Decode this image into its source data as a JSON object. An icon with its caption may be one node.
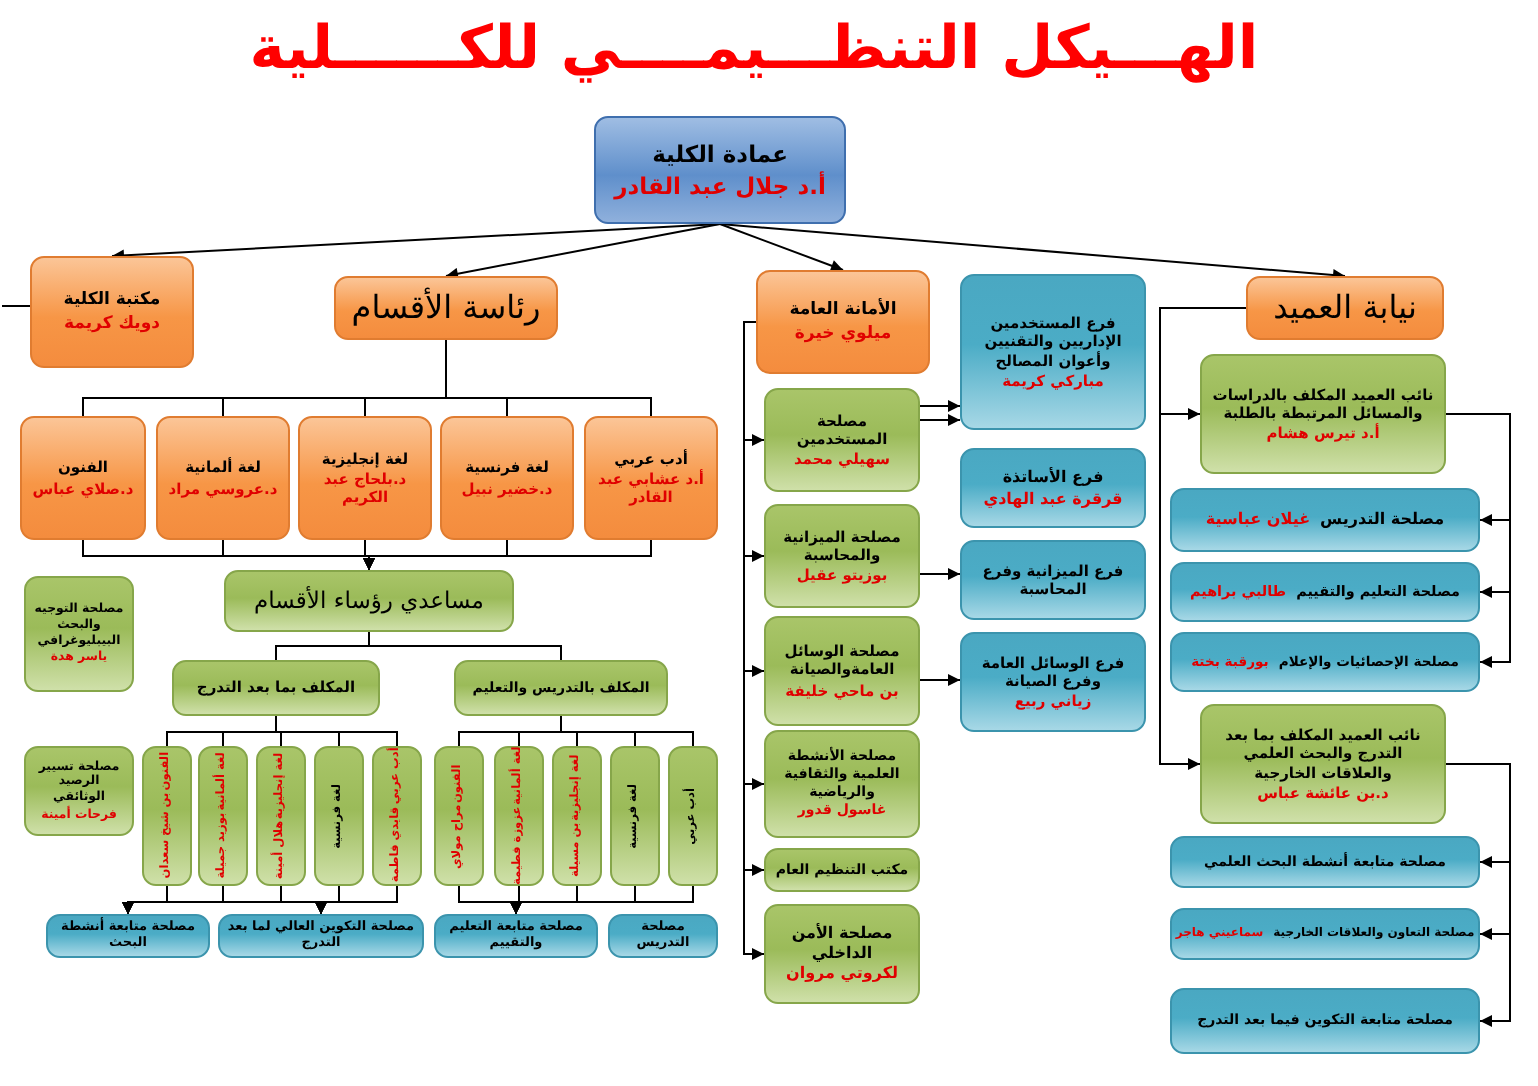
{
  "diagram": {
    "title": "الهـــيكل التنظـــيمــــي للكــــــلية",
    "nodes": [
      {
        "text": [
          "عمادة الكلية",
          "أ.د جلال عبد القادر"
        ]
      },
      {
        "text": [
          "نيابة العميد"
        ]
      },
      {
        "text": [
          "الأمانة العامة",
          "ميلوي خيرة"
        ]
      },
      {
        "text": [
          "رئاسة الأقسام"
        ]
      },
      {
        "text": [
          "مكتبة الكلية",
          "دويك كريمة"
        ]
      },
      {
        "text": [
          "نائب العميد المكلف بالدراسات والمسائل المرتبطة بالطلبة",
          "أ.د تيرس هشام"
        ]
      },
      {
        "text": [
          "مصلحة التدريس",
          "غيلان عباسية"
        ]
      },
      {
        "text": [
          "مصلحة التعليم والتقييم",
          "طالبي براهيم"
        ]
      },
      {
        "text": [
          "مصلحة الإحصائيات والإعلام",
          "بورقبة بختة"
        ]
      },
      {
        "text": [
          "نائب العميد المكلف بما بعد التدرج والبحث العلمي والعلاقات الخارجية",
          "د.بن عائشة عباس"
        ]
      },
      {
        "text": [
          "مصلحة متابعة أنشطة البحث العلمي"
        ]
      },
      {
        "text": [
          "مصلحة التعاون والعلاقات الخارجية",
          "سماعيني هاجر"
        ]
      },
      {
        "text": [
          "مصلحة متابعة التكوين فيما بعد التدرج"
        ]
      },
      {
        "text": [
          "فرع المستخدمين الإداريين والتقنيين وأعوان المصالح",
          "مباركي كريمة"
        ]
      },
      {
        "text": [
          "فرع الأساتذة",
          "قرقرة عبد الهادي"
        ]
      },
      {
        "text": [
          "فرع الميزانية وفرع المحاسبة"
        ]
      },
      {
        "text": [
          "فرع الوسائل العامة وفرع الصيانة",
          "زياني ربيع"
        ]
      },
      {
        "text": [
          "مصلحة المستخدمين",
          "سهيلي محمد"
        ]
      },
      {
        "text": [
          "مصلحة الميزانية والمحاسبة",
          "بوزيتو عقيل"
        ]
      },
      {
        "text": [
          "مصلحة الوسائل العامةوالصيانة",
          "بن ماحي خليفة"
        ]
      },
      {
        "text": [
          "مصلحة الأنشطة العلمية والثقافية والرياضية",
          "غاسول قدور"
        ]
      },
      {
        "text": [
          "مكتب التنظيم العام"
        ]
      },
      {
        "text": [
          "مصلحة الأمن الداخلي",
          "لكروتي مروان"
        ]
      },
      {
        "text": [
          "أدب عربي",
          "أ.د عشابي عبد القادر"
        ]
      },
      {
        "text": [
          "لغة فرنسية",
          "د.خضير نبيل"
        ]
      },
      {
        "text": [
          "لغة إنجليزية",
          "د.بلحاج عبد الكريم"
        ]
      },
      {
        "text": [
          "لغة ألمانية",
          "د.عروسي مراد"
        ]
      },
      {
        "text": [
          "الفنون",
          "د.صلاي عباس"
        ]
      },
      {
        "text": [
          "مساعدي رؤساء الأقسام"
        ]
      },
      {
        "text": [
          "المكلف بالتدريس والتعليم"
        ]
      },
      {
        "text": [
          "المكلف بما بعد التدرج"
        ]
      },
      {
        "text": [
          "مصلحة التوجيه والبحث البيبليوغرافي",
          "ياسر هدة"
        ]
      },
      {
        "text": [
          "مصلحة تسيير الرصيد الوثائقي",
          "فرحات أمينة"
        ]
      },
      {
        "text": [
          "أدب عربي"
        ]
      },
      {
        "text": [
          "لغة فرنسية"
        ]
      },
      {
        "text": [
          "لغة إنجليزية",
          "بن مسيلة"
        ]
      },
      {
        "text": [
          "لغة ألمانية",
          "عزوزة فطيمة"
        ]
      },
      {
        "text": [
          "الفنون",
          "مراح مولاي"
        ]
      },
      {
        "text": [
          "أدب عربي",
          "قايدي فاطمة"
        ]
      },
      {
        "text": [
          "لغة فرنسية"
        ]
      },
      {
        "text": [
          "لغة إنجليزية",
          "هلال أمينة"
        ]
      },
      {
        "text": [
          "لغة ألمانية",
          "بوزيد جميلة"
        ]
      },
      {
        "text": [
          "الفنون",
          "بن شيخ سعدان"
        ]
      },
      {
        "text": [
          "مصلحة التدريس"
        ]
      },
      {
        "text": [
          "مصلحة متابعة التعليم والتقييم"
        ]
      },
      {
        "text": [
          "مصلحة التكوين العالي لما بعد التدرج"
        ]
      },
      {
        "text": [
          "مصلحة متابعة أنشطة البحث"
        ]
      }
    ],
    "edges": [
      {
        "from": 0,
        "to": 1,
        "arrow": "to"
      },
      {
        "from": 0,
        "to": 2,
        "arrow": "to"
      },
      {
        "from": 0,
        "to": 3,
        "arrow": "to"
      },
      {
        "from": 0,
        "to": 4,
        "arrow": "to"
      },
      {
        "from": 1,
        "to": 5,
        "arrow": "to"
      },
      {
        "from": 1,
        "to": 9,
        "arrow": "to"
      },
      {
        "from": 5,
        "to": 6,
        "arrow": "to"
      },
      {
        "from": 5,
        "to": 7,
        "arrow": "to"
      },
      {
        "from": 5,
        "to": 8,
        "arrow": "to"
      },
      {
        "from": 9,
        "to": 10,
        "arrow": "to"
      },
      {
        "from": 9,
        "to": 11,
        "arrow": "to"
      },
      {
        "from": 9,
        "to": 12,
        "arrow": "to"
      },
      {
        "from": 2,
        "to": 17,
        "arrow": "to"
      },
      {
        "from": 2,
        "to": 18,
        "arrow": "to"
      },
      {
        "from": 2,
        "to": 19,
        "arrow": "to"
      },
      {
        "from": 2,
        "to": 20,
        "arrow": "to"
      },
      {
        "from": 2,
        "to": 21,
        "arrow": "to"
      },
      {
        "from": 2,
        "to": 22,
        "arrow": "to"
      },
      {
        "from": 17,
        "to": 13,
        "arrow": "to"
      },
      {
        "from": 17,
        "to": 13,
        "arrow": "to"
      },
      {
        "from": 18,
        "to": 15,
        "arrow": "to"
      },
      {
        "from": 19,
        "to": 16,
        "arrow": "to"
      },
      {
        "from": 3,
        "to": 23,
        "arrow": "none"
      },
      {
        "from": 3,
        "to": 24,
        "arrow": "none"
      },
      {
        "from": 3,
        "to": 25,
        "arrow": "none"
      },
      {
        "from": 3,
        "to": 26,
        "arrow": "none"
      },
      {
        "from": 3,
        "to": 27,
        "arrow": "none"
      },
      {
        "from": 23,
        "to": 28,
        "arrow": "to"
      },
      {
        "from": 24,
        "to": 28,
        "arrow": "to"
      },
      {
        "from": 25,
        "to": 28,
        "arrow": "to"
      },
      {
        "from": 26,
        "to": 28,
        "arrow": "to"
      },
      {
        "from": 27,
        "to": 28,
        "arrow": "to"
      },
      {
        "from": 4,
        "to": null,
        "arrow": "none"
      },
      {
        "from": 28,
        "to": 29,
        "arrow": "none"
      },
      {
        "from": 28,
        "to": 30,
        "arrow": "none"
      },
      {
        "from": 29,
        "to": 33,
        "arrow": "none"
      },
      {
        "from": 29,
        "to": 34,
        "arrow": "none"
      },
      {
        "from": 29,
        "to": 35,
        "arrow": "none"
      },
      {
        "from": 29,
        "to": 36,
        "arrow": "none"
      },
      {
        "from": 29,
        "to": 37,
        "arrow": "none"
      },
      {
        "from": 30,
        "to": 38,
        "arrow": "none"
      },
      {
        "from": 30,
        "to": 39,
        "arrow": "none"
      },
      {
        "from": 30,
        "to": 40,
        "arrow": "none"
      },
      {
        "from": 30,
        "to": 41,
        "arrow": "none"
      },
      {
        "from": 30,
        "to": 42,
        "arrow": "none"
      },
      {
        "from": 33,
        "to": 44,
        "arrow": "to"
      },
      {
        "from": 34,
        "to": 44,
        "arrow": "to"
      },
      {
        "from": 35,
        "to": 44,
        "arrow": "to"
      },
      {
        "from": 36,
        "to": 44,
        "arrow": "to"
      },
      {
        "from": 37,
        "to": 44,
        "arrow": "to"
      },
      {
        "from": 38,
        "to": 45,
        "arrow": "to"
      },
      {
        "from": 38,
        "to": 46,
        "arrow": "to"
      },
      {
        "from": 39,
        "to": 45,
        "arrow": "to"
      },
      {
        "from": 39,
        "to": 46,
        "arrow": "to"
      },
      {
        "from": 40,
        "to": 45,
        "arrow": "to"
      },
      {
        "from": 40,
        "to": 46,
        "arrow": "to"
      },
      {
        "from": 41,
        "to": 45,
        "arrow": "to"
      },
      {
        "from": 41,
        "to": 46,
        "arrow": "to"
      },
      {
        "from": 42,
        "to": 45,
        "arrow": "to"
      },
      {
        "from": 42,
        "to": 46,
        "arrow": "to"
      }
    ]
  }
}
